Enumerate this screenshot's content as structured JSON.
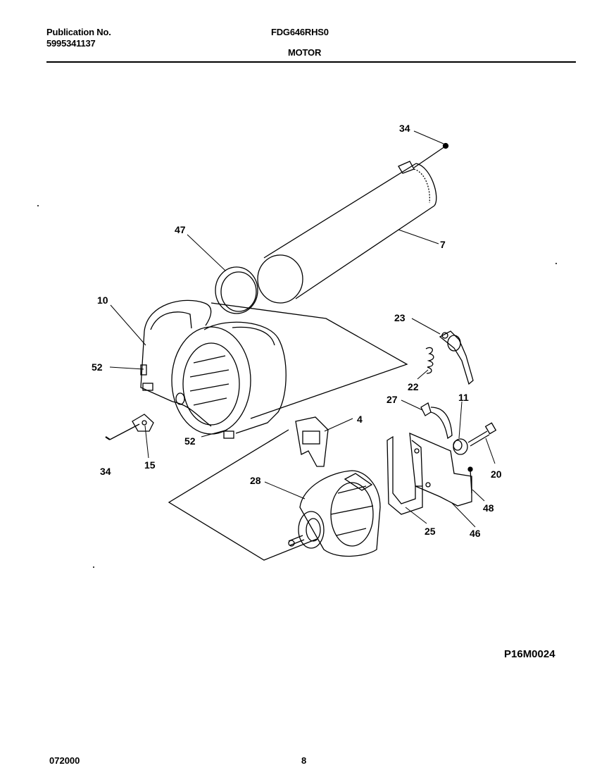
{
  "header": {
    "publication_label": "Publication No.",
    "publication_number": "5995341137",
    "model": "FDG646RHS0",
    "section_title": "MOTOR"
  },
  "diagram": {
    "drawing_code": "P16M0024",
    "callouts": {
      "screw_top": "34",
      "blower_tube": "7",
      "ring": "47",
      "blower_housing": "10",
      "clip_upper": "52",
      "clip_lower": "52",
      "screw_left": "34",
      "switch": "15",
      "idler_bracket": "23",
      "spring": "22",
      "pulley_arm": "27",
      "idler_pulley": "11",
      "spacer": "4",
      "motor": "28",
      "bolt": "20",
      "screw_right": "48",
      "mount_bracket": "25",
      "clamp": "46"
    }
  },
  "footer": {
    "date_code": "072000",
    "page": "8"
  }
}
